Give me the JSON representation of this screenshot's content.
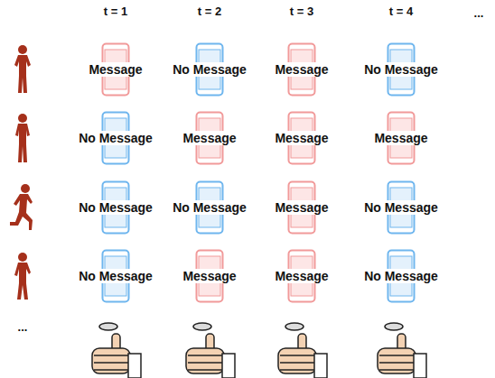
{
  "diagram": {
    "nodes": [
      {
        "text": [
          "Message"
        ]
      },
      {
        "text": [
          "No Message"
        ]
      },
      {
        "text": [
          "Message"
        ]
      },
      {
        "text": [
          "No Message"
        ]
      },
      {
        "text": [
          "No Message"
        ]
      },
      {
        "text": [
          "Message"
        ]
      },
      {
        "text": [
          "Message"
        ]
      },
      {
        "text": [
          "Message"
        ]
      },
      {
        "text": [
          "No Message"
        ]
      },
      {
        "text": [
          "No Message"
        ]
      },
      {
        "text": [
          "Message"
        ]
      },
      {
        "text": [
          "No Message"
        ]
      },
      {
        "text": [
          "No Message"
        ]
      },
      {
        "text": [
          "Message"
        ]
      },
      {
        "text": [
          "Message"
        ]
      },
      {
        "text": [
          "No Message"
        ]
      }
    ],
    "labels": [
      "t = 1",
      "t = 2",
      "t = 3",
      "t = 4",
      "...",
      "..."
    ]
  }
}
